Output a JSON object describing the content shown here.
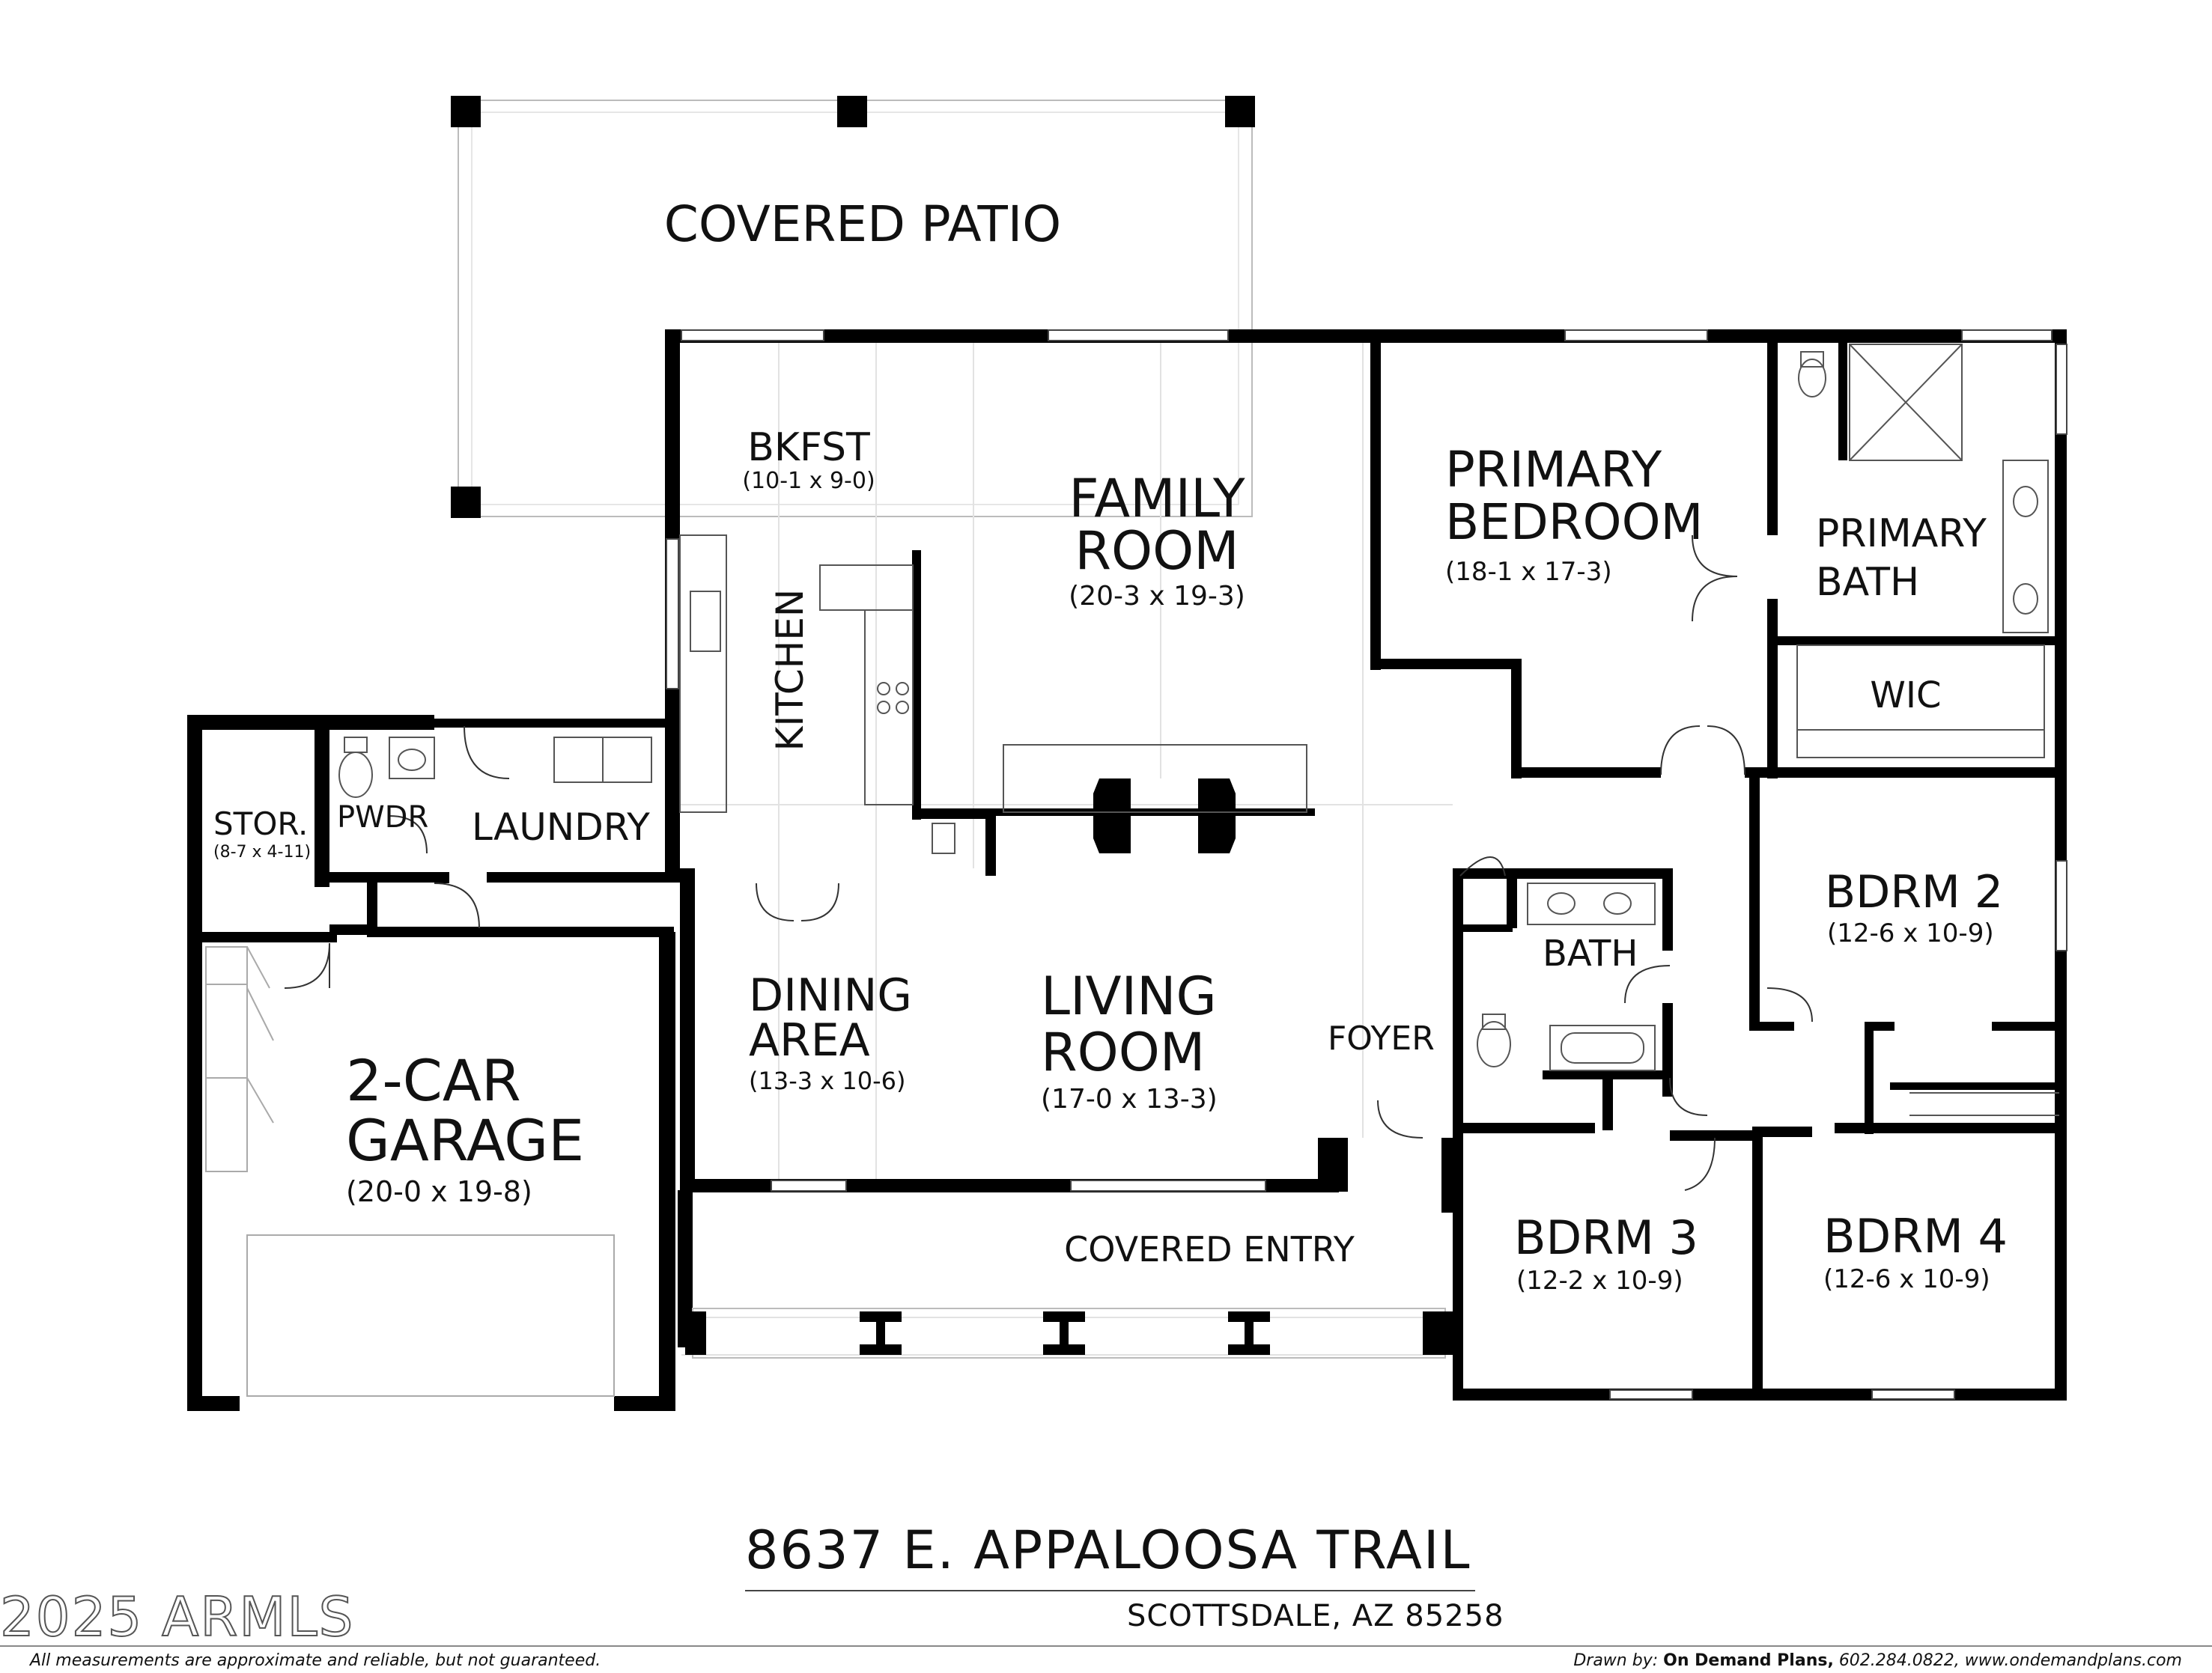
{
  "patio": {
    "label": "COVERED PATIO"
  },
  "rooms": {
    "bkfst": {
      "name": "BKFST",
      "dim": "(10-1 x 9-0)"
    },
    "family": {
      "line1": "FAMILY",
      "line2": "ROOM",
      "dim": "(20-3 x 19-3)"
    },
    "primary_bedroom": {
      "line1": "PRIMARY",
      "line2": "BEDROOM",
      "dim": "(18-1 x 17-3)"
    },
    "primary_bath": {
      "line1": "PRIMARY",
      "line2": "BATH"
    },
    "wic": {
      "name": "WIC"
    },
    "kitchen": {
      "name": "KITCHEN"
    },
    "stor": {
      "name": "STOR.",
      "dim": "(8-7 x 4-11)"
    },
    "pwdr": {
      "name": "PWDR"
    },
    "laundry": {
      "name": "LAUNDRY"
    },
    "garage": {
      "line1": "2-CAR",
      "line2": "GARAGE",
      "dim": "(20-0 x 19-8)"
    },
    "dining": {
      "line1": "DINING",
      "line2": "AREA",
      "dim": "(13-3 x 10-6)"
    },
    "living": {
      "line1": "LIVING",
      "line2": "ROOM",
      "dim": "(17-0 x 13-3)"
    },
    "foyer": {
      "name": "FOYER"
    },
    "bath": {
      "name": "BATH"
    },
    "bdrm2": {
      "name": "BDRM 2",
      "dim": "(12-6 x 10-9)"
    },
    "bdrm3": {
      "name": "BDRM 3",
      "dim": "(12-2 x 10-9)"
    },
    "bdrm4": {
      "name": "BDRM 4",
      "dim": "(12-6 x 10-9)"
    },
    "covered_entry": {
      "name": "COVERED ENTRY"
    }
  },
  "footer": {
    "address": "8637 E. APPALOOSA TRAIL",
    "city": "SCOTTSDALE, AZ 85258",
    "watermark": "2025 ARMLS",
    "disclaimer": "All measurements are approximate and reliable, but not guaranteed.",
    "credit_prefix": "Drawn by:",
    "credit_name": "On Demand Plans,",
    "credit_contact": "602.284.0822, www.ondemandplans.com"
  }
}
